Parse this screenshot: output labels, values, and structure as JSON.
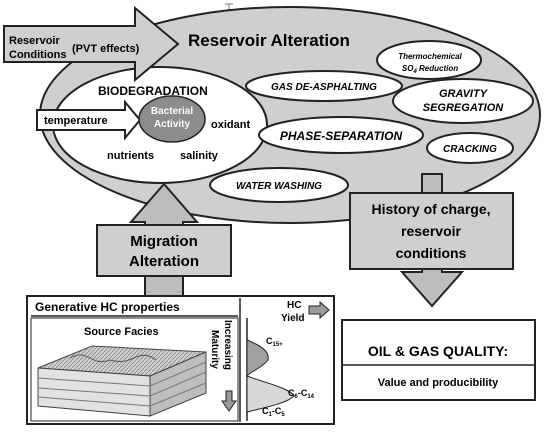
{
  "reservoir_conditions": {
    "line1": "Reservoir",
    "line2": "Conditions",
    "paren": "(PVT effects)"
  },
  "reservoir_alteration": "Reservoir Alteration",
  "biodegradation": {
    "title": "BIODEGRADATION",
    "bacterial_line1": "Bacterial",
    "bacterial_line2": "Activity",
    "temperature": "temperature",
    "oxidant": "oxidant",
    "nutrients": "nutrients",
    "salinity": "salinity"
  },
  "processes": {
    "gas_deasphalting": "GAS DE-ASPHALTING",
    "tsr_line1": "Thermochemical",
    "tsr_line2": "SO",
    "tsr_sub": "4",
    "tsr_line2b": " Reduction",
    "gravity_line1": "GRAVITY",
    "gravity_line2": "SEGREGATION",
    "phase_separation": "PHASE-SEPARATION",
    "cracking": "CRACKING",
    "water_washing": "WATER WASHING"
  },
  "migration": {
    "line1": "Migration",
    "line2": "Alteration"
  },
  "history": {
    "line1": "History of charge,",
    "line2": "reservoir",
    "line3": "conditions"
  },
  "generative": {
    "title": "Generative HC properties",
    "source_facies": "Source Facies",
    "maturity_line1": "Increasing",
    "maturity_line2": "Maturity",
    "hc_line1": "HC",
    "hc_line2": "Yield",
    "c15": "C",
    "c15_sub": "15+",
    "c6c14": "C",
    "c6c14_sub1": "6",
    "c6c14_mid": "-C",
    "c6c14_sub2": "14",
    "c1c5": "C",
    "c1c5_sub1": "1",
    "c1c5_mid": "-C",
    "c1c5_sub2": "5"
  },
  "quality": {
    "title": "OIL & GAS QUALITY:",
    "subtitle": "Value and producibility"
  }
}
